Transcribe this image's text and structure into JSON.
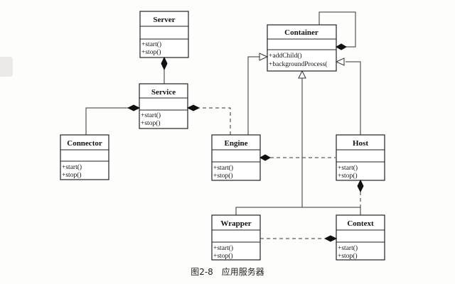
{
  "caption": "图2-8　应用服务器",
  "classes": {
    "server": {
      "name": "Server",
      "ops": [
        "+start()",
        "+stop()"
      ]
    },
    "service": {
      "name": "Service",
      "ops": [
        "+start()",
        "+stop()"
      ]
    },
    "connector": {
      "name": "Connector",
      "ops": [
        "+start()",
        "+stop()"
      ]
    },
    "container": {
      "name": "Container",
      "ops": [
        "+addChild()",
        "+backgroundProcess("
      ]
    },
    "engine": {
      "name": "Engine",
      "ops": [
        "+start()",
        "+stop()"
      ]
    },
    "host": {
      "name": "Host",
      "ops": [
        "+start()",
        "+stop()"
      ]
    },
    "wrapper": {
      "name": "Wrapper",
      "ops": [
        "+start()",
        "+stop()"
      ]
    },
    "context": {
      "name": "Context",
      "ops": [
        "+start()",
        "+stop()"
      ]
    }
  },
  "relations": [
    {
      "type": "composition",
      "whole": "server",
      "part": "service"
    },
    {
      "type": "composition",
      "whole": "service",
      "part": "connector"
    },
    {
      "type": "composition",
      "whole": "service",
      "part": "engine"
    },
    {
      "type": "composition",
      "whole": "container",
      "part": "container"
    },
    {
      "type": "generalization",
      "child": "engine",
      "parent": "container"
    },
    {
      "type": "generalization",
      "child": "host",
      "parent": "container"
    },
    {
      "type": "generalization",
      "child": "wrapper",
      "parent": "container"
    },
    {
      "type": "generalization",
      "child": "context",
      "parent": "container"
    },
    {
      "type": "composition",
      "whole": "engine",
      "part": "host"
    },
    {
      "type": "composition",
      "whole": "host",
      "part": "context"
    },
    {
      "type": "composition",
      "whole": "context",
      "part": "wrapper"
    }
  ]
}
